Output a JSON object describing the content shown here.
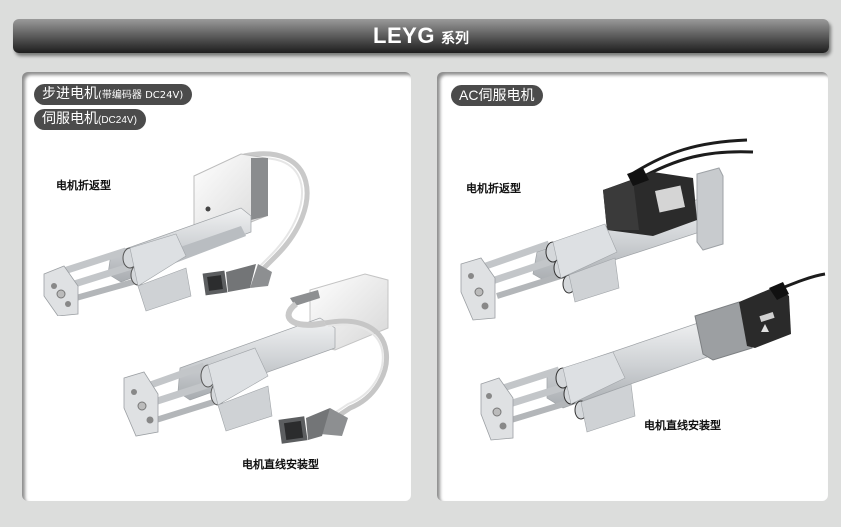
{
  "header": {
    "model": "LEYG",
    "series_suffix": "系列"
  },
  "panels": [
    {
      "id": "left",
      "tags": [
        {
          "main": "步进电机",
          "sub": "(带编码器 DC24V)"
        },
        {
          "main": "伺服电机",
          "sub": "(DC24V)"
        }
      ],
      "products": [
        {
          "label": "电机折返型",
          "motor": "compact-stepper",
          "cable": "grey-ribbon"
        },
        {
          "label": "电机直线安装型",
          "motor": "compact-stepper",
          "cable": "grey-ribbon"
        }
      ]
    },
    {
      "id": "right",
      "tags": [
        {
          "main": "AC伺服电机",
          "sub": ""
        }
      ],
      "products": [
        {
          "label": "电机折返型",
          "motor": "ac-servo-black",
          "cable": "black"
        },
        {
          "label": "电机直线安装型",
          "motor": "ac-servo-black",
          "cable": "black"
        }
      ]
    }
  ],
  "colors": {
    "background": "#dcdddc",
    "panel": "#ffffff",
    "pill": "#4b4b4b",
    "title_bar_top": "#9a9a9a",
    "title_bar_bottom": "#1e1e1e"
  }
}
